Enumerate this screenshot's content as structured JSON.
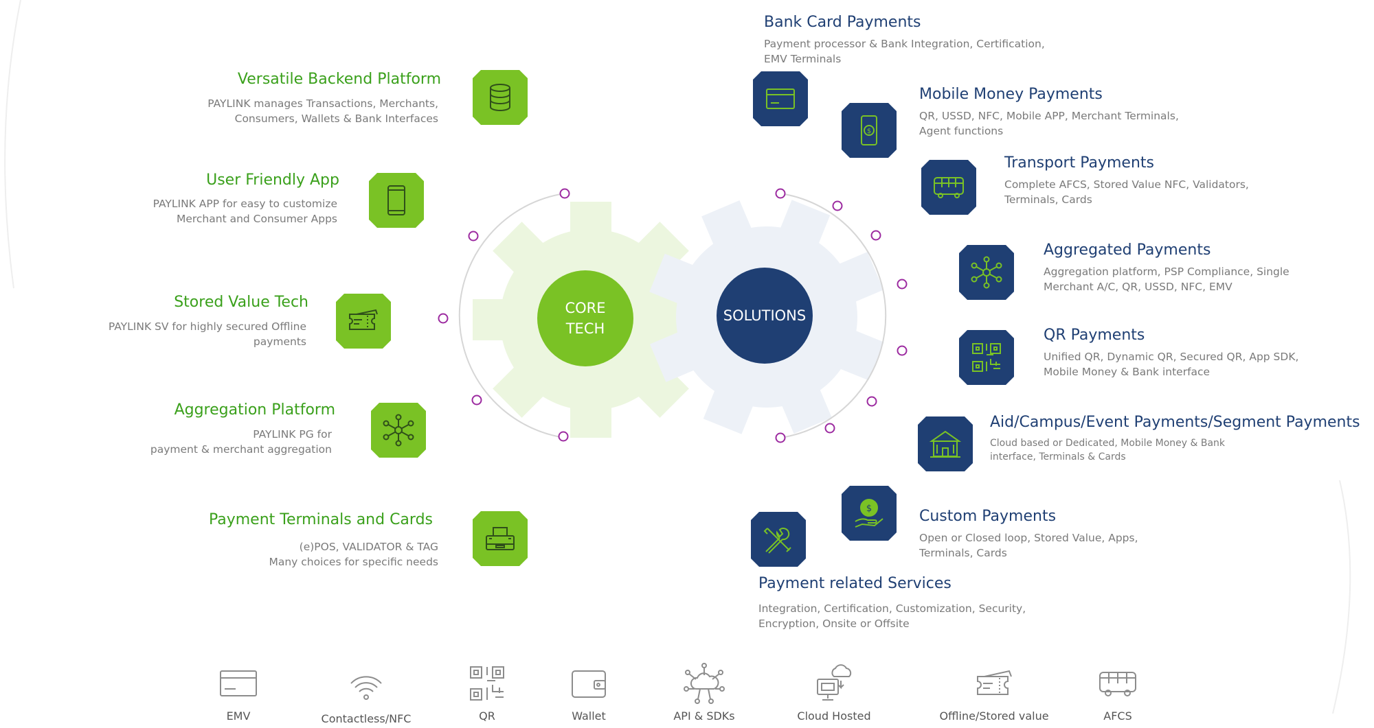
{
  "hubs": {
    "core_label": "CORE\nTECH",
    "solutions_label": "SOLUTIONS"
  },
  "core_items": [
    {
      "title": "Versatile Backend Platform",
      "desc": "PAYLINK manages Transactions, Merchants,\nConsumers, Wallets & Bank Interfaces",
      "icon": "database-icon"
    },
    {
      "title": "User Friendly App",
      "desc": "PAYLINK APP for easy to customize\nMerchant  and Consumer Apps",
      "icon": "smartphone-icon"
    },
    {
      "title": "Stored Value Tech",
      "desc": "PAYLINK SV for highly secured Offline\npayments",
      "icon": "ticket-icon"
    },
    {
      "title": "Aggregation Platform",
      "desc": "PAYLINK PG  for\npayment & merchant aggregation",
      "icon": "network-hub-icon"
    },
    {
      "title": "Payment Terminals and Cards",
      "desc": "(e)POS, VALIDATOR & TAG\nMany choices for specific needs",
      "icon": "pos-terminal-icon"
    }
  ],
  "solution_items": [
    {
      "title": "Bank Card Payments",
      "desc": "Payment processor & Bank Integration, Certification,\nEMV Terminals",
      "icon": "credit-card-icon"
    },
    {
      "title": "Mobile Money Payments",
      "desc": "QR, USSD, NFC, Mobile APP, Merchant Terminals,\nAgent functions",
      "icon": "mobile-money-icon"
    },
    {
      "title": "Transport Payments",
      "desc": "Complete AFCS, Stored Value NFC, Validators,\nTerminals, Cards",
      "icon": "bus-icon"
    },
    {
      "title": "Aggregated Payments",
      "desc": "Aggregation platform, PSP Compliance, Single\nMerchant A/C, QR, USSD, NFC, EMV",
      "icon": "network-hub-icon"
    },
    {
      "title": "QR Payments",
      "desc": "Unified QR, Dynamic QR, Secured QR, App SDK,\nMobile Money & Bank interface",
      "icon": "qr-code-icon"
    },
    {
      "title": "Aid/Campus/Event Payments/Segment Payments",
      "desc": "Cloud based or Dedicated, Mobile Money & Bank\ninterface, Terminals & Cards",
      "icon": "campus-building-icon"
    },
    {
      "title": "Custom Payments",
      "desc": "Open or Closed loop, Stored Value, Apps,\nTerminals, Cards",
      "icon": "coin-hand-icon"
    },
    {
      "title": "Payment related Services",
      "desc": "Integration, Certification, Customization, Security,\nEncryption, Onsite or Offsite",
      "icon": "tools-icon"
    }
  ],
  "features": [
    {
      "label": "EMV",
      "icon": "card-icon"
    },
    {
      "label": "Contactless/NFC",
      "icon": "contactless-icon"
    },
    {
      "label": "QR",
      "icon": "qr-code-icon"
    },
    {
      "label": "Wallet",
      "icon": "wallet-icon"
    },
    {
      "label": "API & SDKs",
      "icon": "api-cloud-icon"
    },
    {
      "label": "Cloud Hosted",
      "icon": "cloud-monitor-icon"
    },
    {
      "label": "Offline/Stored value",
      "icon": "ticket-icon"
    },
    {
      "label": "AFCS",
      "icon": "bus-icon"
    }
  ],
  "colors": {
    "green": "#7ac225",
    "green_text": "#3aa01b",
    "navy": "#1f3f73",
    "dot": "#9c2aa0"
  }
}
